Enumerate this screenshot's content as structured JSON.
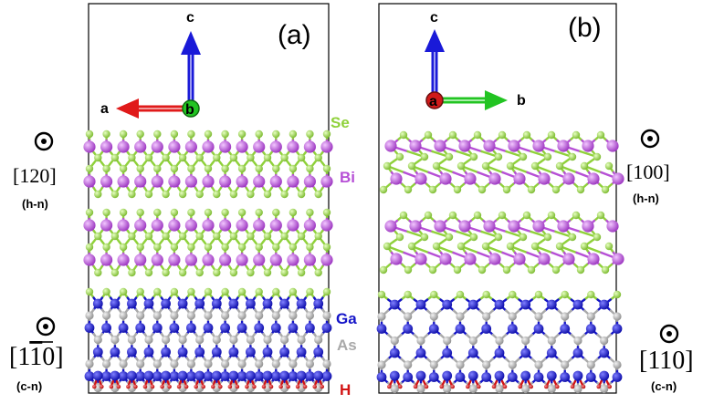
{
  "colors": {
    "se": "#8fd13a",
    "bi": "#b64fd6",
    "ga": "#1414c8",
    "as": "#a9a9a9",
    "h": "#d21414",
    "axis_a": "#e01a1a",
    "axis_b": "#22c422",
    "axis_c": "#1a1ad8"
  },
  "panel_a": {
    "label": "(a)",
    "axes": {
      "a": "a",
      "b": "b",
      "c": "c"
    },
    "top_direction": "[120]",
    "top_direction_note": "(h-n)",
    "bottom_direction_pre": "[1",
    "bottom_direction_bar": "1",
    "bottom_direction_post": "0]",
    "bottom_direction_note": "(c-n)"
  },
  "panel_b": {
    "label": "(b)",
    "axes": {
      "a": "a",
      "b": "b",
      "c": "c"
    },
    "top_direction": "[100]",
    "top_direction_note": "(h-n)",
    "bottom_direction": "[110]",
    "bottom_direction_note": "(c-n)"
  },
  "element_labels": {
    "se": "Se",
    "bi": "Bi",
    "ga": "Ga",
    "as": "As",
    "h": "H"
  }
}
